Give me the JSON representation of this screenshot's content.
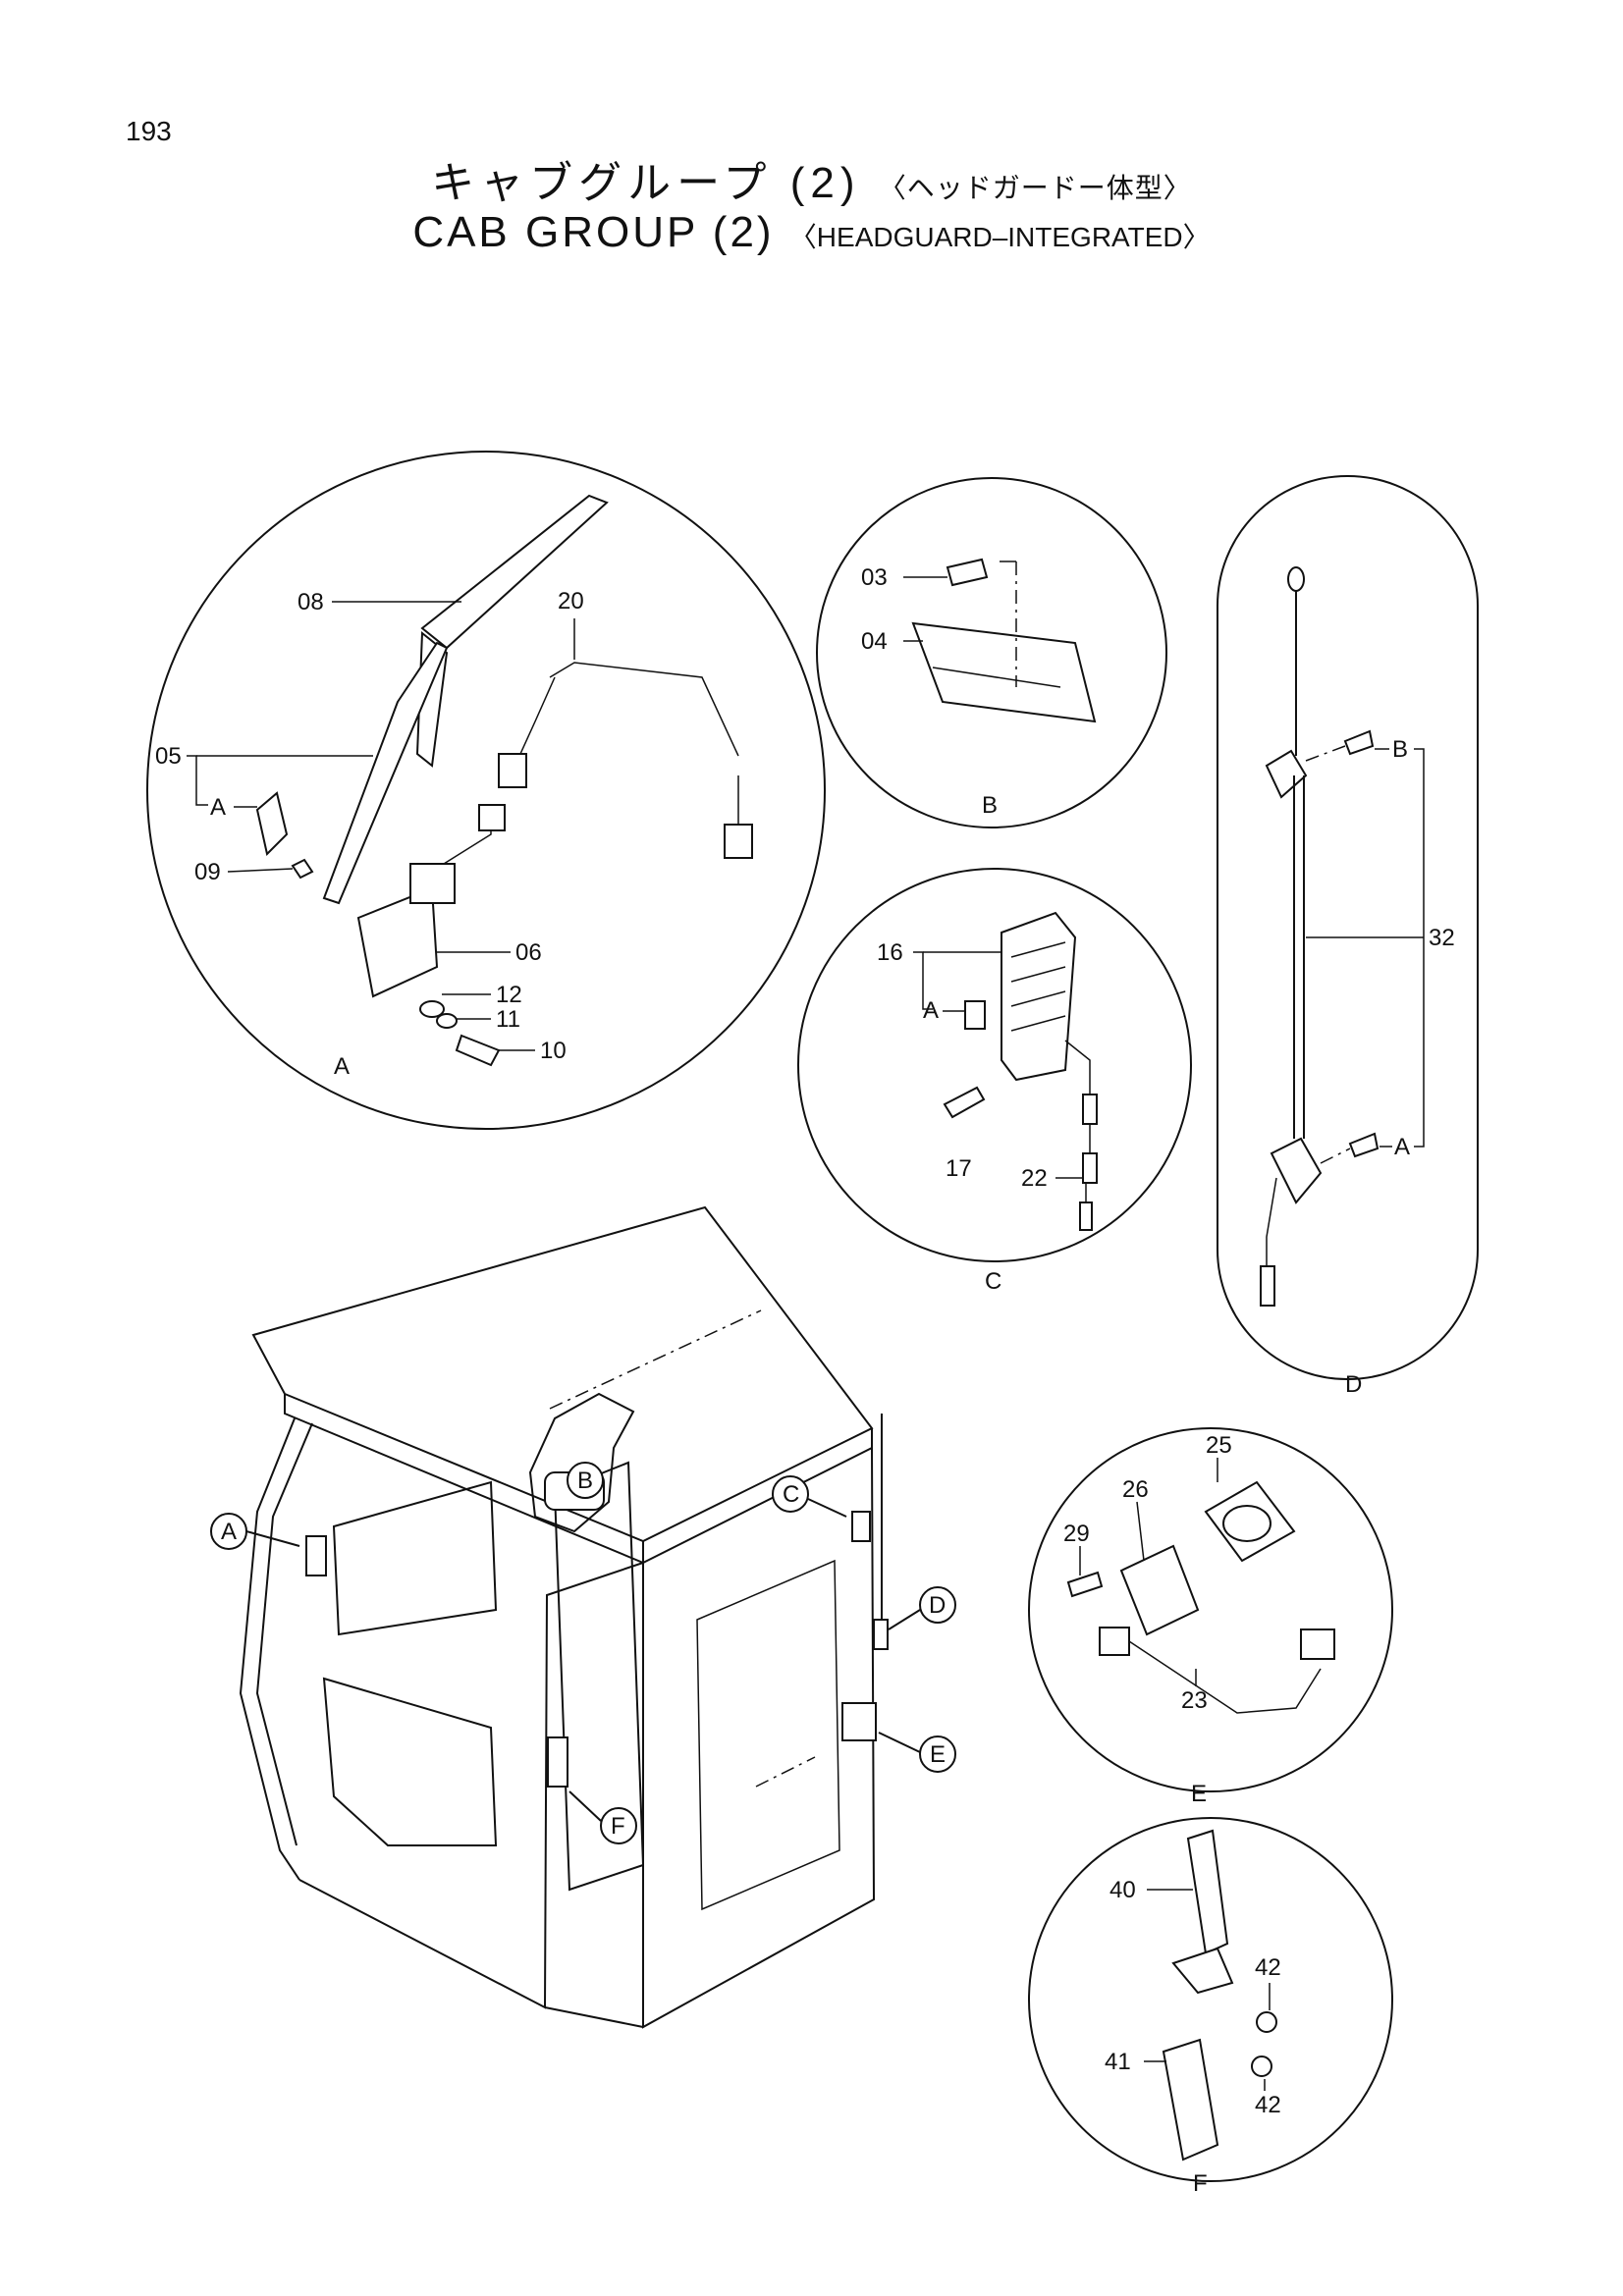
{
  "page_number": "193",
  "title": {
    "jp_main": "キャブグループ (2)",
    "jp_sub": "〈ヘッドガードー体型〉",
    "en_main": "CAB GROUP (2)",
    "en_sub": "〈HEADGUARD–INTEGRATED〉"
  },
  "detail_views": {
    "A": {
      "label": "A",
      "parts": [
        "08",
        "20",
        "05",
        "A",
        "09",
        "06",
        "12",
        "11",
        "10"
      ]
    },
    "B": {
      "label": "B",
      "parts": [
        "03",
        "04"
      ]
    },
    "C": {
      "label": "C",
      "parts": [
        "16",
        "A",
        "17",
        "22"
      ]
    },
    "D": {
      "label": "D",
      "parts": [
        "B",
        "32",
        "A"
      ]
    },
    "E": {
      "label": "E",
      "parts": [
        "25",
        "26",
        "29",
        "23"
      ]
    },
    "F": {
      "label": "F",
      "parts": [
        "40",
        "42",
        "41",
        "42"
      ]
    }
  },
  "cab_callouts": [
    "A",
    "B",
    "C",
    "D",
    "E",
    "F"
  ]
}
